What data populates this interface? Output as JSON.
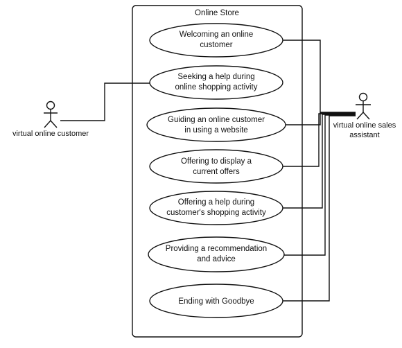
{
  "system": {
    "title": "Online Store"
  },
  "actors": {
    "customer": {
      "label": "virtual online customer"
    },
    "assistant": {
      "label_line1": "virtual online sales",
      "label_line2": "assistant"
    }
  },
  "use_cases": [
    {
      "line1": "Welcoming an online",
      "line2": "customer"
    },
    {
      "line1": "Seeking a help during",
      "line2": "online shopping activity"
    },
    {
      "line1": "Guiding an online customer",
      "line2": "in using a website"
    },
    {
      "line1": "Offering to display a",
      "line2": "current offers"
    },
    {
      "line1": "Offering a help during",
      "line2": "customer's shopping activity"
    },
    {
      "line1": "Providing a recommendation",
      "line2": "and advice"
    },
    {
      "line1": "Ending  with Goodbye",
      "line2": ""
    }
  ]
}
